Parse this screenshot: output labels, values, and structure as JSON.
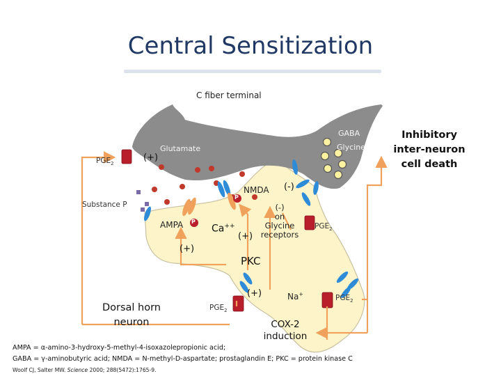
{
  "title": "Central Sensitization",
  "labels": {
    "c_fiber": "C fiber terminal",
    "glutamate": "Glutamate",
    "gaba": "GABA",
    "glycine": "Glycine",
    "inhibitory_1": "Inhibitory",
    "inhibitory_2": "inter-neuron",
    "inhibitory_3": "cell death",
    "pge2": "PGE",
    "pge2_sub": "2",
    "substance_p": "Substance P",
    "nmda": "NMDA",
    "ampa": "AMPA",
    "ca": "Ca",
    "ca_sup": "++",
    "plus": "(+)",
    "minus": "(-)",
    "on": "on",
    "glycine_receptors_1": "Glycine",
    "glycine_receptors_2": "receptors",
    "pkc": "PKC",
    "na": "Na",
    "na_sup": "+",
    "dorsal_1": "Dorsal horn",
    "dorsal_2": "neuron",
    "cox_1": "COX-2",
    "cox_2": "induction",
    "p_marker": "P"
  },
  "footnote": {
    "line1_prefix": "AMPA = ",
    "line1_alpha": "α",
    "line1_rest": "-amino-3-hydroxy-5-methyl-4-isoxazolepropionic acid;",
    "line2_prefix": "GABA = ",
    "line2_gamma": "γ",
    "line2_rest": "-aminobutyric acid; NMDA = N-methyl-D-aspartate; prostaglandin E; PKC = protein kinase C",
    "citation_authors": "Woolf CJ, Salter MW. ",
    "citation_journal": "Science",
    "citation_rest": " 2000; 288(5472):1765-9."
  },
  "colors": {
    "title": "#1f3864",
    "fiber_gray": "#8c8c8c",
    "neuron_fill": "#fdf5c9",
    "neuron_stroke": "#c8c0a0",
    "arrow_orange": "#f0a25c",
    "receptor_blue": "#2e8bd8",
    "receptor_red": "#b81f2b",
    "dot_red": "#c0392b",
    "vesicle_yellow": "#fff2a0"
  }
}
